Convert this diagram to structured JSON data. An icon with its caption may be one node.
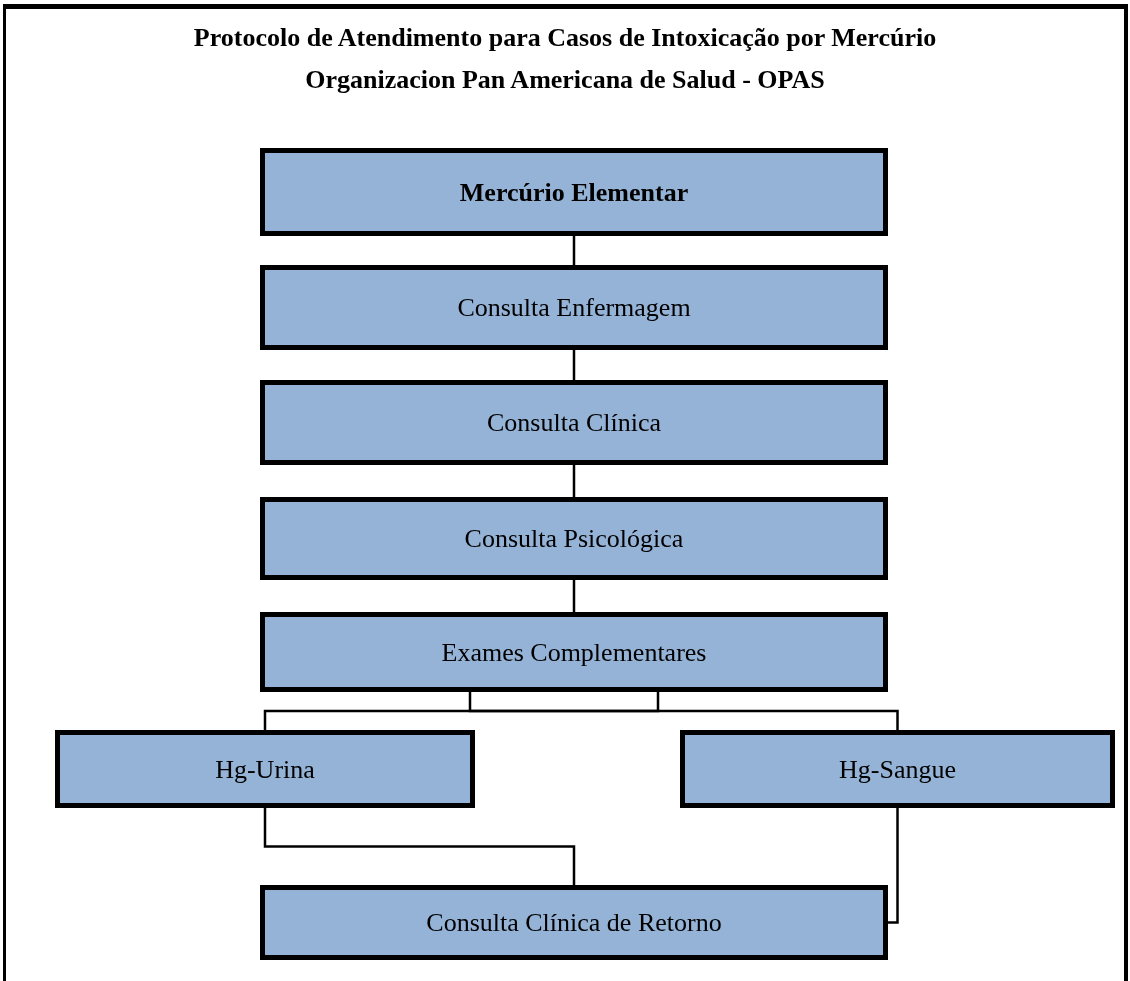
{
  "diagram": {
    "title": "Protocolo de Atendimento para Casos de Intoxicação por Mercúrio",
    "nodes": [
      {
        "text": [
          "Mercúrio Elementar"
        ]
      },
      {
        "text": [
          "Consulta Enfermagem"
        ]
      },
      {
        "text": [
          "Consulta Clínica"
        ]
      },
      {
        "text": [
          "Consulta Psicológica"
        ]
      },
      {
        "text": [
          "Exames Complementares"
        ]
      },
      {
        "text": [
          "Hg-Urina"
        ]
      },
      {
        "text": [
          "Hg-Sangue"
        ]
      },
      {
        "text": [
          "Consulta Clínica de Retorno"
        ]
      }
    ],
    "edges": [
      {
        "from": 0,
        "to": 1,
        "arrow": "none"
      },
      {
        "from": 1,
        "to": 2,
        "arrow": "none"
      },
      {
        "from": 2,
        "to": 3,
        "arrow": "none"
      },
      {
        "from": 3,
        "to": 4,
        "arrow": "none"
      },
      {
        "from": 4,
        "to": 5,
        "arrow": "none"
      },
      {
        "from": 4,
        "to": 6,
        "arrow": "none"
      },
      {
        "from": 5,
        "to": 7,
        "arrow": "none"
      },
      {
        "from": 6,
        "to": 7,
        "arrow": "none"
      }
    ],
    "labels": [
      "Organizacion Pan Americana de Salud - OPAS"
    ]
  }
}
